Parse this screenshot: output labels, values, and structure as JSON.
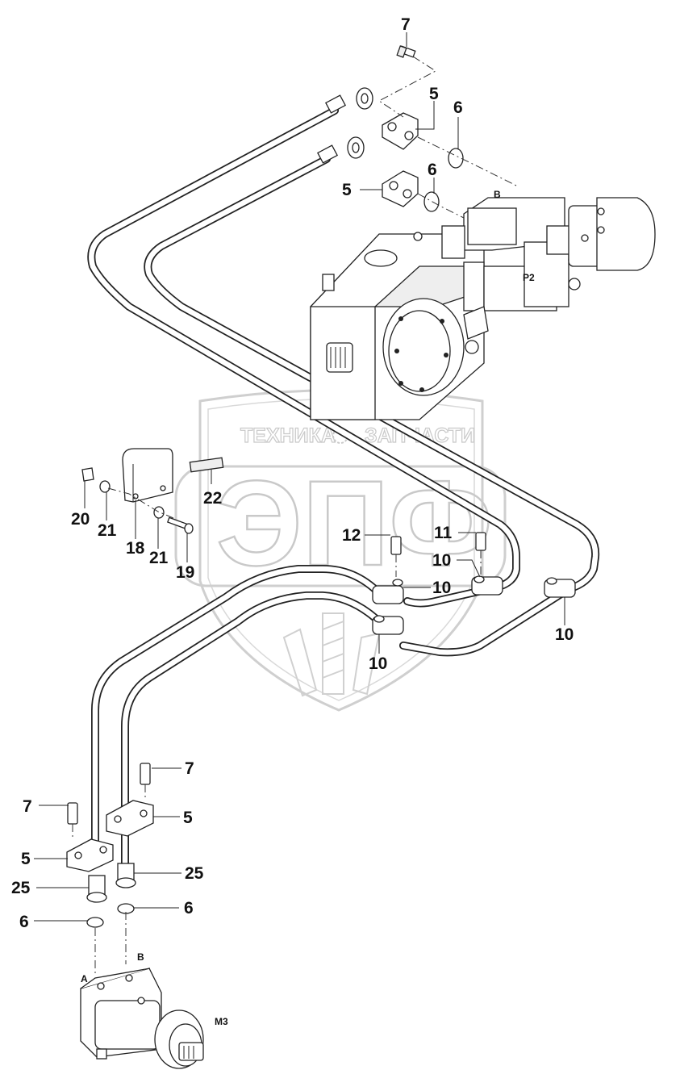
{
  "watermark": {
    "top_text_left": "ТЕХНИКА",
    "top_text_right": "ЗАПЧАСТИ",
    "logo_letters": "ЭПФ"
  },
  "port_labels": {
    "pump_port_b": "B",
    "pump_port_p2": "P2",
    "motor_port_a": "A",
    "motor_port_b": "B",
    "motor_name": "M3"
  },
  "callouts": {
    "c7_top": "7",
    "c5_upper": "5",
    "c6_upper": "6",
    "c6_mid": "6",
    "c5_mid": "5",
    "c22": "22",
    "c20": "20",
    "c21_a": "21",
    "c18": "18",
    "c21_b": "21",
    "c19": "19",
    "c12": "12",
    "c11": "11",
    "c10_a": "10",
    "c10_b": "10",
    "c10_c": "10",
    "c10_d": "10",
    "c7_right": "7",
    "c7_left": "7",
    "c5_right": "5",
    "c5_left": "5",
    "c25_right": "25",
    "c25_left": "25",
    "c6_right": "6",
    "c6_left": "6"
  }
}
